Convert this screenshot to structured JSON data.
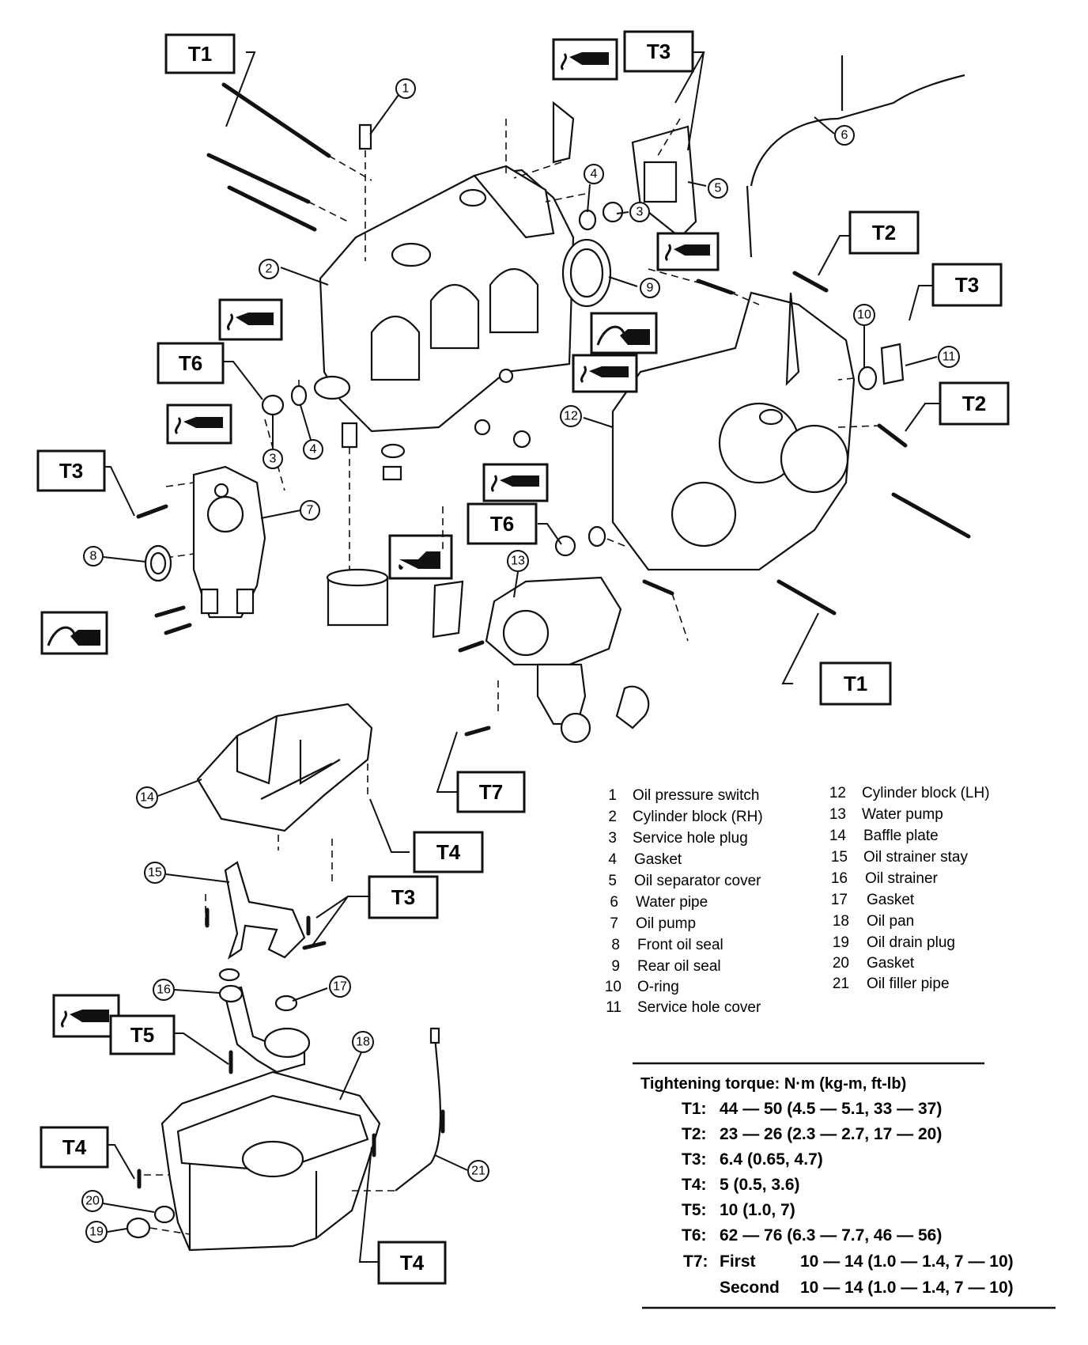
{
  "torque_codes": {
    "T1": "T1",
    "T2": "T2",
    "T3": "T3",
    "T4": "T4",
    "T5": "T5",
    "T6": "T6",
    "T7": "T7"
  },
  "part_numbers": [
    "1",
    "2",
    "3",
    "4",
    "5",
    "6",
    "7",
    "8",
    "9",
    "10",
    "11",
    "12",
    "13",
    "14",
    "15",
    "16",
    "17",
    "18",
    "19",
    "20",
    "21"
  ],
  "legend": [
    {
      "num": "1",
      "name": "Oil pressure switch"
    },
    {
      "num": "2",
      "name": "Cylinder block (RH)"
    },
    {
      "num": "3",
      "name": "Service hole plug"
    },
    {
      "num": "4",
      "name": "Gasket"
    },
    {
      "num": "5",
      "name": "Oil separator cover"
    },
    {
      "num": "6",
      "name": "Water pipe"
    },
    {
      "num": "7",
      "name": "Oil pump"
    },
    {
      "num": "8",
      "name": "Front oil seal"
    },
    {
      "num": "9",
      "name": "Rear oil seal"
    },
    {
      "num": "10",
      "name": "O-ring"
    },
    {
      "num": "11",
      "name": "Service hole cover"
    },
    {
      "num": "12",
      "name": "Cylinder block (LH)"
    },
    {
      "num": "13",
      "name": "Water pump"
    },
    {
      "num": "14",
      "name": "Baffle plate"
    },
    {
      "num": "15",
      "name": "Oil strainer stay"
    },
    {
      "num": "16",
      "name": "Oil strainer"
    },
    {
      "num": "17",
      "name": "Gasket"
    },
    {
      "num": "18",
      "name": "Oil pan"
    },
    {
      "num": "19",
      "name": "Oil drain plug"
    },
    {
      "num": "20",
      "name": "Gasket"
    },
    {
      "num": "21",
      "name": "Oil filler pipe"
    }
  ],
  "torque_table": {
    "title": "Tightening torque: N·m (kg-m, ft-lb)",
    "rows": [
      {
        "code": "T1:",
        "sub": "",
        "value": "44 — 50 (4.5 — 5.1, 33 — 37)"
      },
      {
        "code": "T2:",
        "sub": "",
        "value": "23 — 26 (2.3 — 2.7, 17 — 20)"
      },
      {
        "code": "T3:",
        "sub": "",
        "value": "6.4 (0.65, 4.7)"
      },
      {
        "code": "T4:",
        "sub": "",
        "value": "5 (0.5, 3.6)"
      },
      {
        "code": "T5:",
        "sub": "",
        "value": "10 (1.0, 7)"
      },
      {
        "code": "T6:",
        "sub": "",
        "value": "62 — 76 (6.3 — 7.7, 46 — 56)"
      },
      {
        "code": "T7:",
        "sub": "First",
        "value": "10 — 14 (1.0 — 1.4, 7 — 10)"
      },
      {
        "code": "",
        "sub": "Second",
        "value": "10 — 14 (1.0 — 1.4, 7 — 10)"
      }
    ]
  },
  "icons": {
    "sealant": "liquid-gasket-icon",
    "grease": "grease-icon",
    "oil": "engine-oil-icon"
  }
}
